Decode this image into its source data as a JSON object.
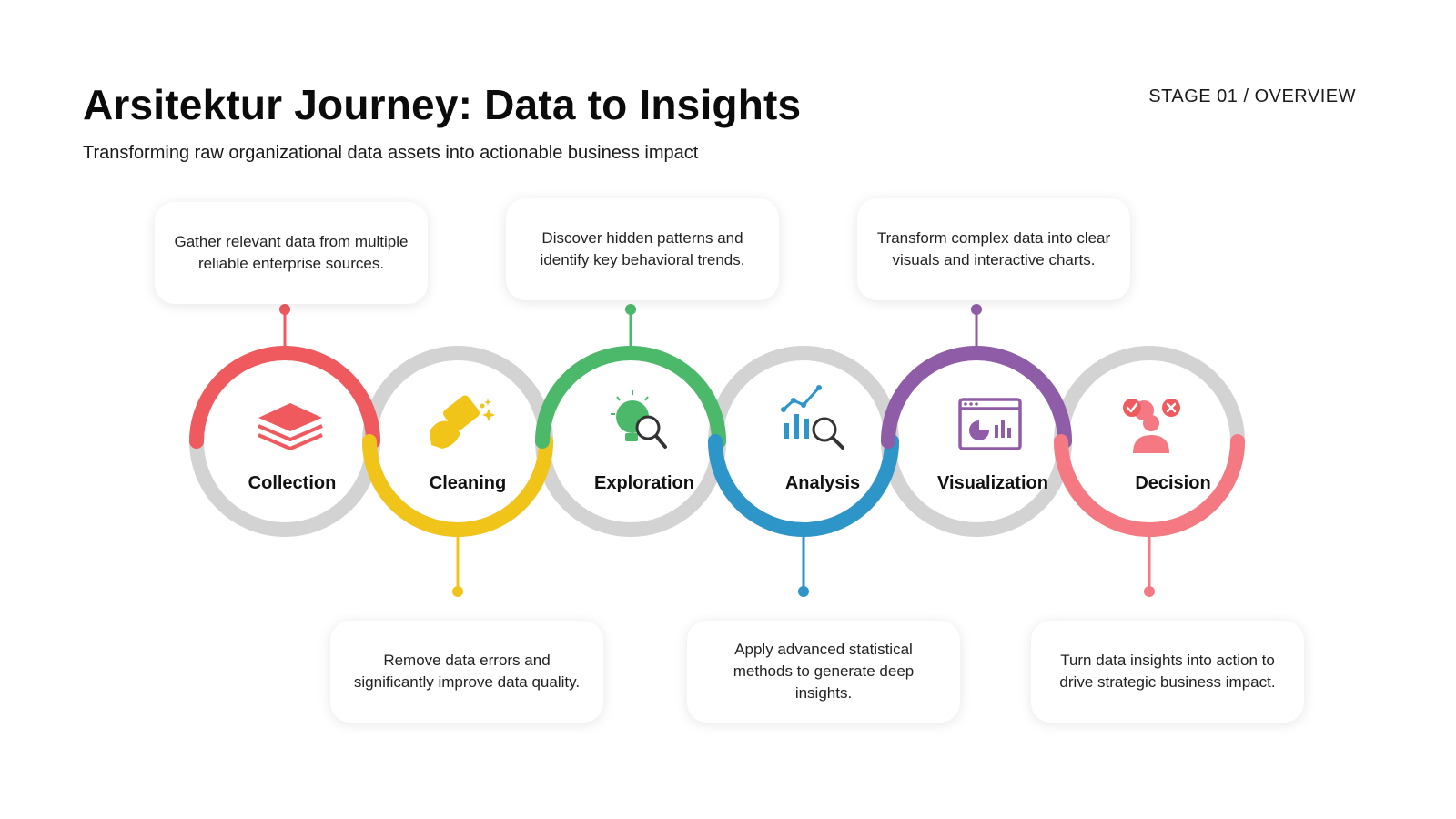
{
  "header": {
    "title": "Arsitektur Journey: Data to Insights",
    "subtitle": "Transforming raw organizational data assets into actionable business impact",
    "stage_label": "STAGE 01 / OVERVIEW"
  },
  "steps": [
    {
      "label": "Collection",
      "description": "Gather relevant data from multiple reliable enterprise sources.",
      "color": "#ef5a5e",
      "icon": "layers-icon",
      "card_position": "top"
    },
    {
      "label": "Cleaning",
      "description": "Remove data errors and significantly improve data quality.",
      "color": "#f0c419",
      "icon": "cleaning-sponge-icon",
      "card_position": "bottom"
    },
    {
      "label": "Exploration",
      "description": "Discover hidden patterns and identify key behavioral trends.",
      "color": "#4cb96a",
      "icon": "brain-magnifier-icon",
      "card_position": "top"
    },
    {
      "label": "Analysis",
      "description": "Apply advanced statistical methods to generate deep insights.",
      "color": "#2e95c9",
      "icon": "chart-magnifier-icon",
      "card_position": "bottom"
    },
    {
      "label": "Visualization",
      "description": "Transform complex data into clear visuals and interactive charts.",
      "color": "#8f5ca8",
      "icon": "dashboard-window-icon",
      "card_position": "top"
    },
    {
      "label": "Decision",
      "description": "Turn data insights into action to drive strategic business impact.",
      "color": "#f47983",
      "icon": "decision-person-icon",
      "card_position": "bottom"
    }
  ],
  "colors": {
    "ring_base": "#d3d3d3"
  }
}
